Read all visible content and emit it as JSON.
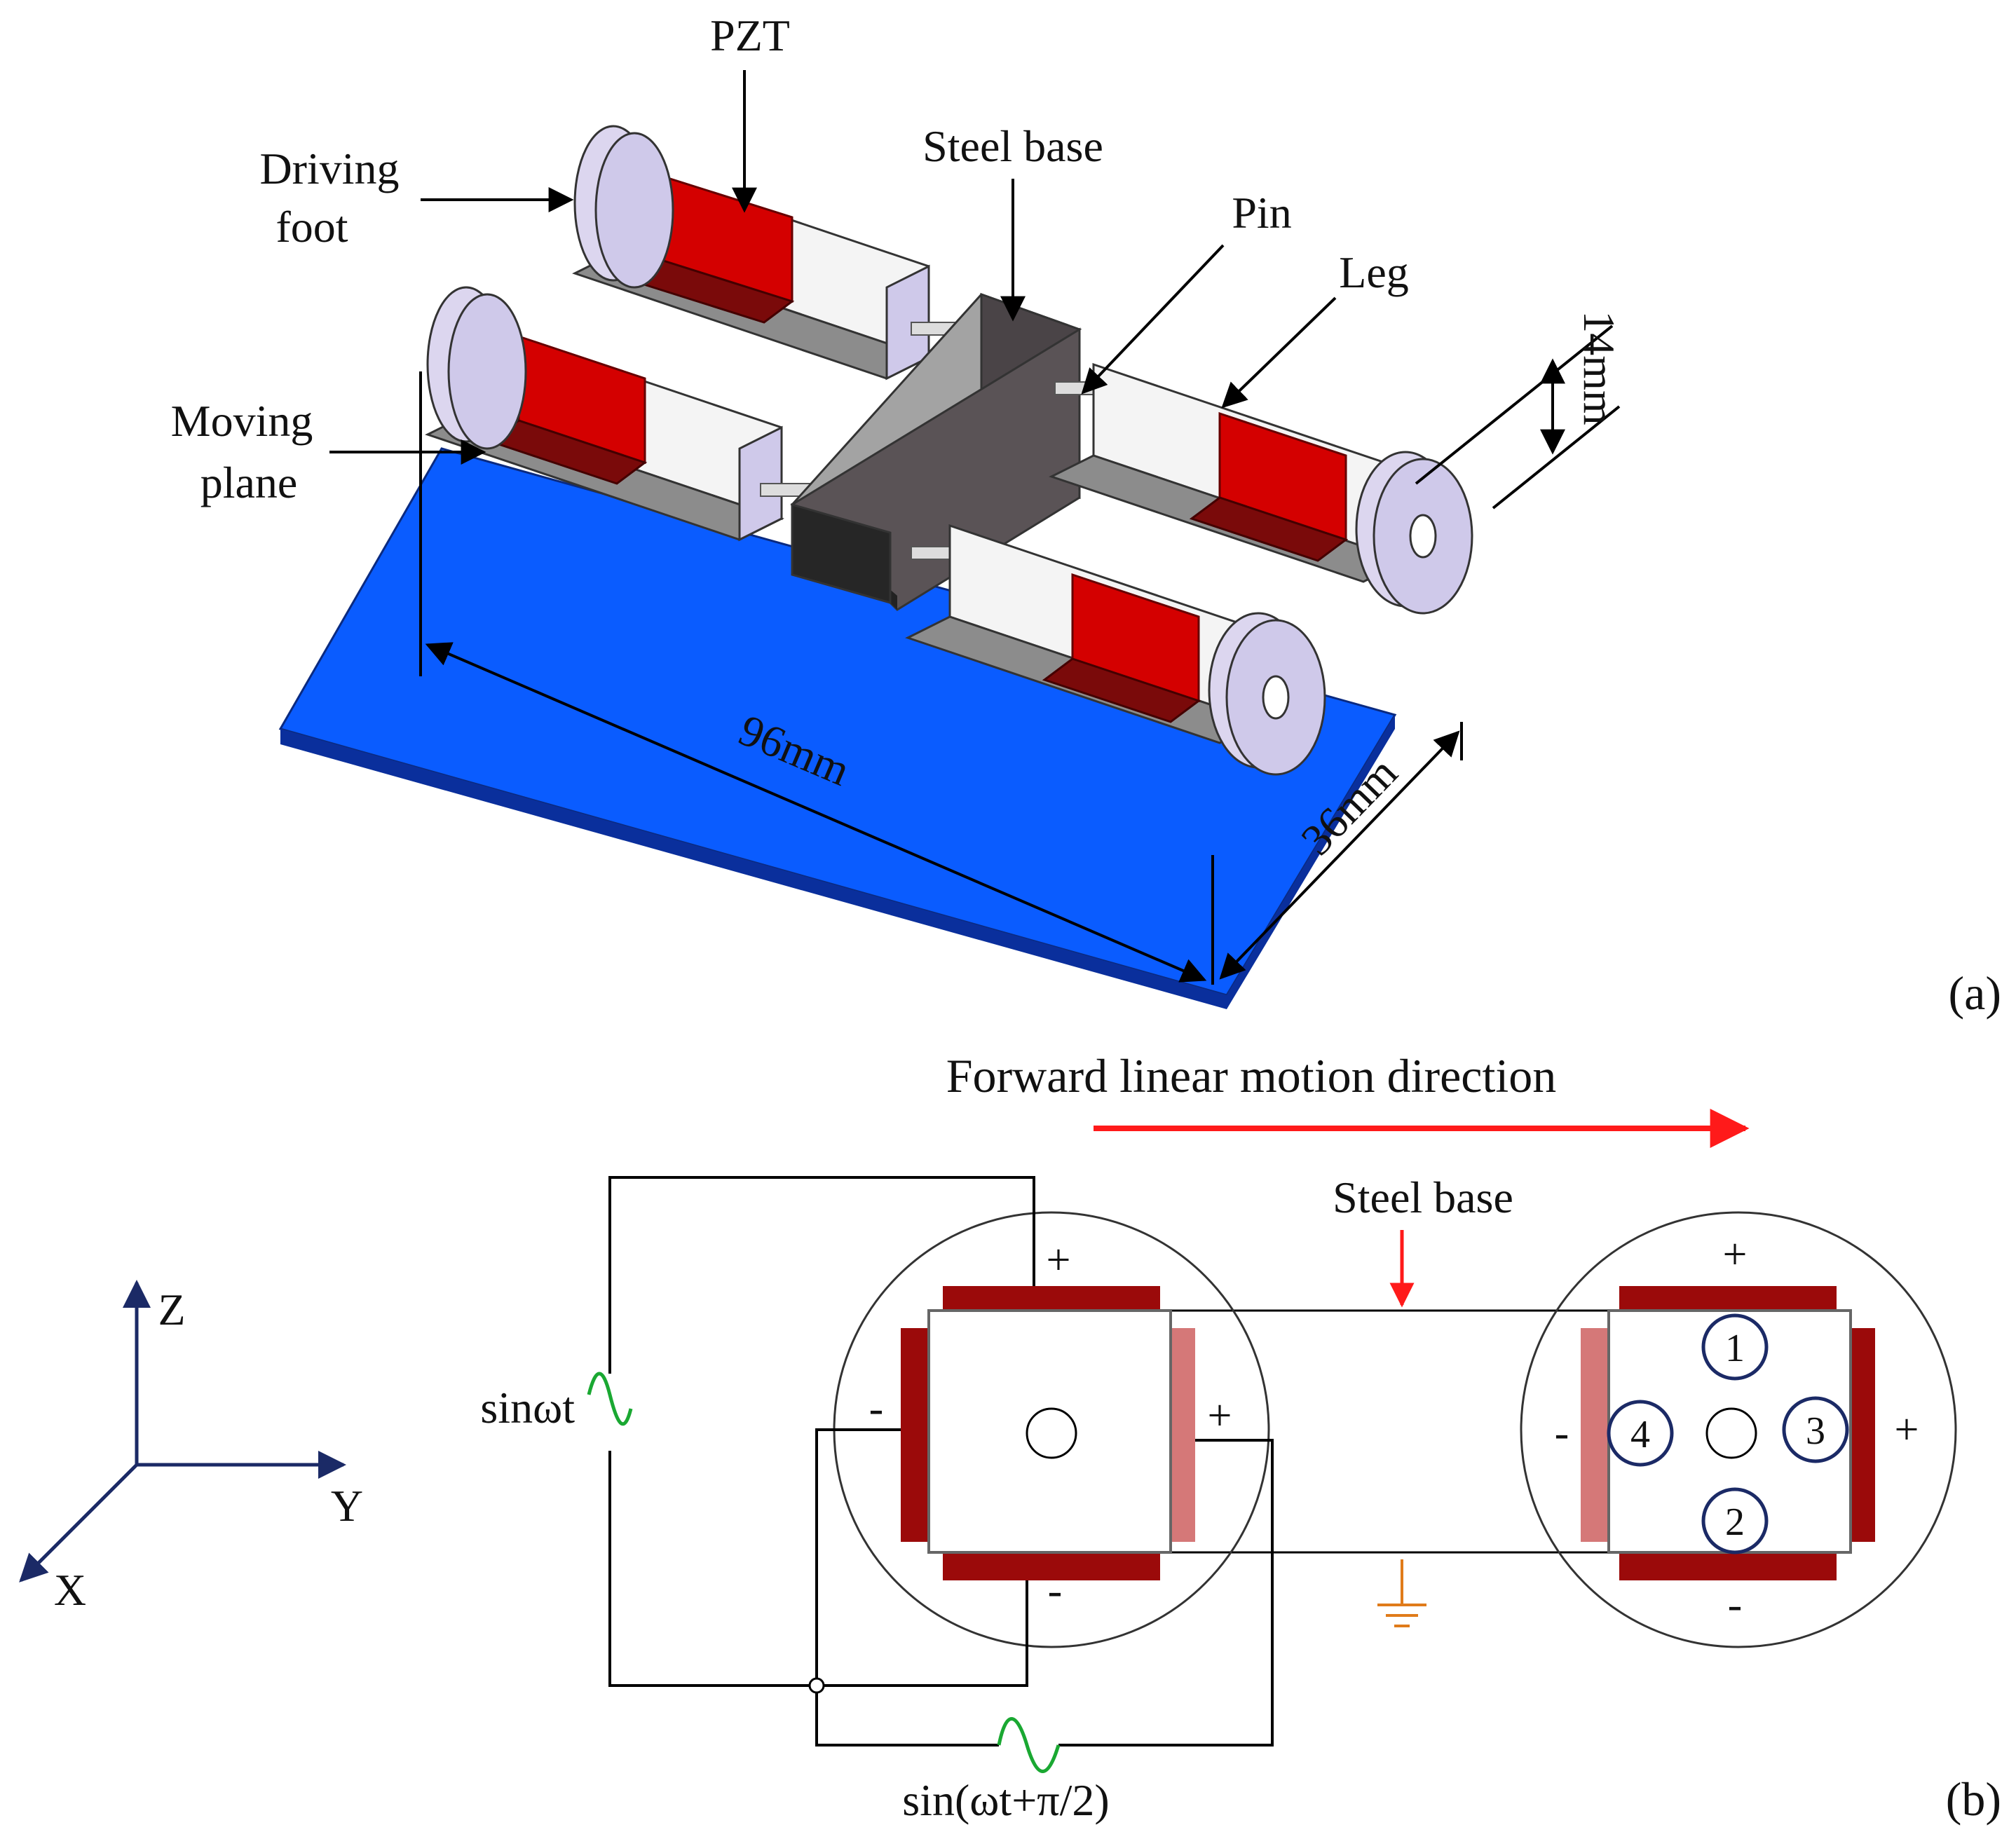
{
  "panel_a": {
    "tag": "(a)",
    "labels": {
      "pzt": "PZT",
      "driving_foot_line1": "Driving",
      "driving_foot_line2": "foot",
      "steel_base": "Steel base",
      "pin": "Pin",
      "leg": "Leg",
      "moving_plane_line1": "Moving",
      "moving_plane_line2": "plane"
    },
    "dimensions": {
      "length": "96mm",
      "width": "36mm",
      "height": "14mm"
    }
  },
  "panel_b": {
    "tag": "(b)",
    "direction_label": "Forward linear motion direction",
    "steel_base_label": "Steel base",
    "source_1": "sinωt",
    "source_2": "sin(ωt+π/2)",
    "polarity": {
      "plus": "+",
      "minus": "-"
    },
    "pzt_numbers": [
      "1",
      "2",
      "3",
      "4"
    ],
    "axes": {
      "z": "Z",
      "y": "Y",
      "x": "X"
    }
  },
  "colors": {
    "pzt_red": "#d40000",
    "pzt_dark": "#9b0a0a",
    "pzt_light": "#d57878",
    "plane_blue": "#0a5cff",
    "arrow_red": "#ff1a1a",
    "source_green": "#1aa832",
    "ground_orange": "#e07b1a",
    "axis_navy": "#1b2a66",
    "circle_navy": "#1b2a66"
  }
}
